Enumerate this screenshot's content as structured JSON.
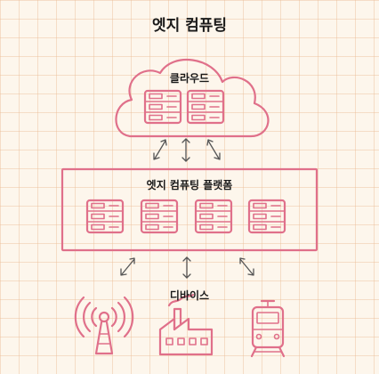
{
  "title": "엣지 컴퓨팅",
  "cloud": {
    "label": "클라우드",
    "icon": "server-rack-icon",
    "server_count": 2
  },
  "platform": {
    "label": "엣지 컴퓨팅 플랫폼",
    "icon": "server-rack-icon",
    "server_count": 4
  },
  "devices": {
    "label": "디바이스",
    "items": [
      "antenna-tower-icon",
      "factory-icon",
      "train-icon"
    ]
  },
  "colors": {
    "accent": "#e0708a",
    "arrow": "#555555",
    "background": "#fdf6ec",
    "grid": "#ebbe96"
  }
}
